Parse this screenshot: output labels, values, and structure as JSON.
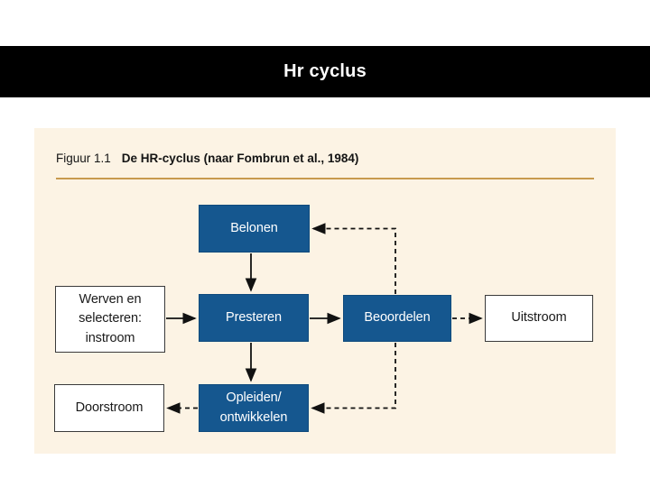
{
  "slide": {
    "title": "Hr cyclus"
  },
  "figure": {
    "caption_label": "Figuur 1.1",
    "caption_title": "De HR-cyclus (naar Fombrun et al., 1984)",
    "nodes": {
      "belonen": {
        "label": "Belonen",
        "type": "process"
      },
      "werven": {
        "label": "Werven en\nselecteren:\ninstroom",
        "type": "flow"
      },
      "presteren": {
        "label": "Presteren",
        "type": "process"
      },
      "beoordelen": {
        "label": "Beoordelen",
        "type": "process"
      },
      "uitstroom": {
        "label": "Uitstroom",
        "type": "flow"
      },
      "doorstroom": {
        "label": "Doorstroom",
        "type": "flow"
      },
      "opleiden": {
        "label": "Opleiden/\nontwikkelen",
        "type": "process"
      }
    },
    "edges": [
      {
        "from": "belonen",
        "to": "presteren",
        "style": "solid"
      },
      {
        "from": "werven",
        "to": "presteren",
        "style": "solid"
      },
      {
        "from": "presteren",
        "to": "beoordelen",
        "style": "solid"
      },
      {
        "from": "presteren",
        "to": "opleiden",
        "style": "solid"
      },
      {
        "from": "beoordelen",
        "to": "uitstroom",
        "style": "dashed"
      },
      {
        "from": "beoordelen",
        "to": "belonen",
        "style": "dashed"
      },
      {
        "from": "beoordelen",
        "to": "opleiden",
        "style": "dashed"
      },
      {
        "from": "opleiden",
        "to": "doorstroom",
        "style": "dashed"
      }
    ]
  },
  "colors": {
    "header_bg": "#000000",
    "header_text": "#ffffff",
    "panel_bg": "#fcf3e4",
    "rule_gold": "#c89a4e",
    "box_blue": "#15578f",
    "box_white": "#ffffff",
    "arrow_black": "#111111"
  }
}
